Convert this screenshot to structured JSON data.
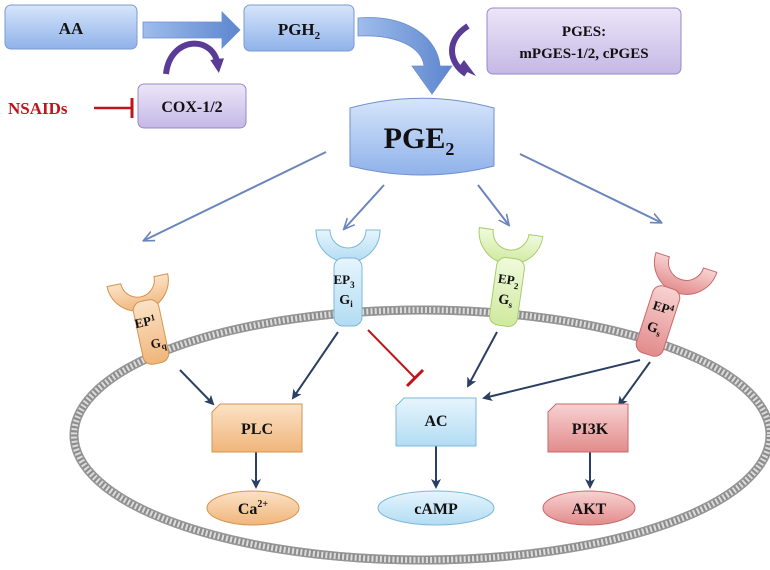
{
  "pathway": {
    "aa": "AA",
    "pgh": "PGH",
    "pgh_sub": "2",
    "pges_title": "PGES:",
    "pges_enzymes": "mPGES-1/2, cPGES",
    "cox": "COX-1/2",
    "nsaids": "NSAIDs",
    "pge": "PGE",
    "pge_sub": "2"
  },
  "receptors": {
    "ep1": {
      "name": "EP",
      "sub": "1",
      "g": "G",
      "g_sub": "q"
    },
    "ep3": {
      "name": "EP",
      "sub": "3",
      "g": "G",
      "g_sub": "i"
    },
    "ep2": {
      "name": "EP",
      "sub": "2",
      "g": "G",
      "g_sub": "s"
    },
    "ep4": {
      "name": "EP",
      "sub": "4",
      "g": "G",
      "g_sub": "s"
    }
  },
  "effectors": {
    "plc": "PLC",
    "ac": "AC",
    "pi3k": "PI3K",
    "ca": "Ca",
    "ca_sup": "2+",
    "camp": "cAMP",
    "akt": "AKT"
  },
  "colors": {
    "blue_box": "#a9c6f2",
    "purple_box": "#d8cdf0",
    "ep1": "#f2c38c",
    "ep3": "#c7e6f7",
    "ep2": "#dff2b8",
    "ep4": "#ec9f9f",
    "nsaid_red": "#c0141c",
    "arrow_navy": "#2b3f63",
    "arrow_blue": "#6a86bd"
  }
}
